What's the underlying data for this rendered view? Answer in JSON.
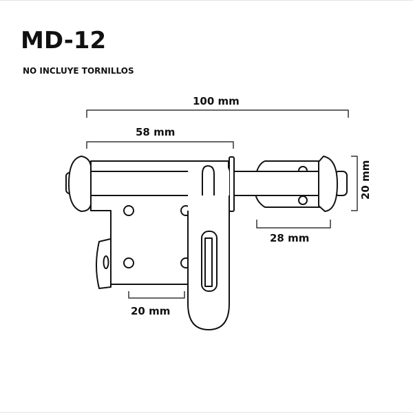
{
  "title": "MD-12",
  "subtitle": "NO INCLUYE TORNILLOS",
  "dimensions": {
    "total_length": "100 mm",
    "body_length": "58 mm",
    "height": "20 mm",
    "keeper_length": "28 mm",
    "plate_hole_spacing": "20 mm"
  }
}
